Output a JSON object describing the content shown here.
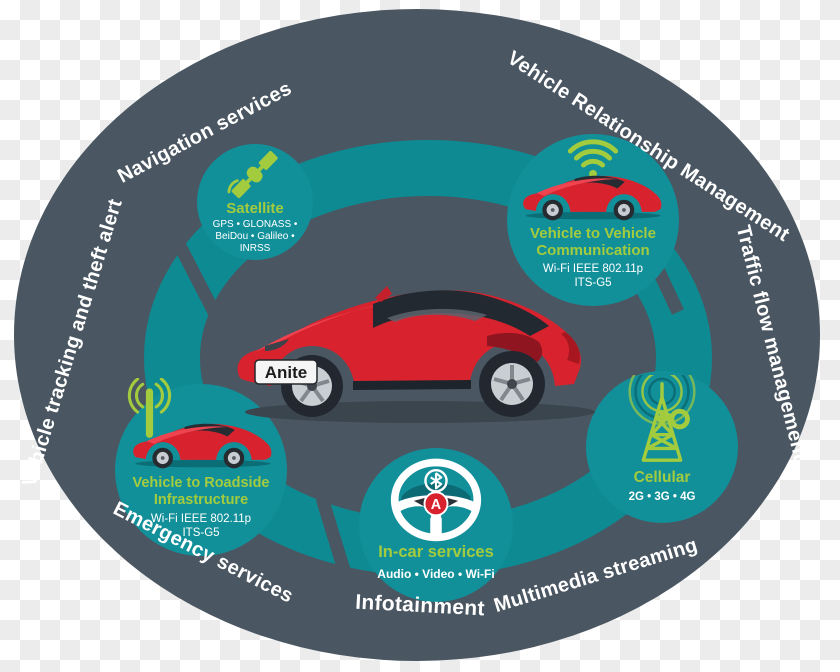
{
  "outer_labels": [
    {
      "text": "Navigation services"
    },
    {
      "text": "Vehicle Relationship Management"
    },
    {
      "text": "Vehicle tracking and theft alert"
    },
    {
      "text": "Traffic flow management"
    },
    {
      "text": "Emergency services"
    },
    {
      "text": "Infotainment"
    },
    {
      "text": "Multimedia streaming"
    }
  ],
  "nodes": {
    "satellite": {
      "icon": "satellite-icon",
      "title": "Satellite",
      "lines": [
        "GPS • GLONASS •",
        "BeiDou • Galileo •",
        "INRSS"
      ]
    },
    "v2v": {
      "icon": "wifi-icon",
      "title_line1": "Vehicle to Vehicle",
      "title_line2": "Communication",
      "lines": [
        "Wi-Fi IEEE 802.11p",
        "ITS-G5"
      ]
    },
    "v2r": {
      "icon": "roadside-antenna-icon",
      "title_line1": "Vehicle to Roadside",
      "title_line2": "Infrastructure",
      "lines": [
        "Wi-Fi IEEE 802.11p",
        "ITS-G5"
      ]
    },
    "cellular": {
      "icon": "cell-tower-icon",
      "title": "Cellular",
      "subtitle": "2G • 3G • 4G"
    },
    "incar": {
      "icon": "steering-wheel-icon",
      "title": "In-car services",
      "subtitle": "Audio • Video • Wi-Fi",
      "logo_letter": "A"
    }
  },
  "car": {
    "plate": "Anite"
  },
  "colors": {
    "slate": "#4a5661",
    "ring_teal": "#0e8a92",
    "node_teal": "#12909a",
    "accent_green": "#a3cb3e",
    "car_red": "#d8232e",
    "text_white": "#ffffff",
    "checker_light": "#ffffff",
    "checker_dark": "#ececec"
  }
}
